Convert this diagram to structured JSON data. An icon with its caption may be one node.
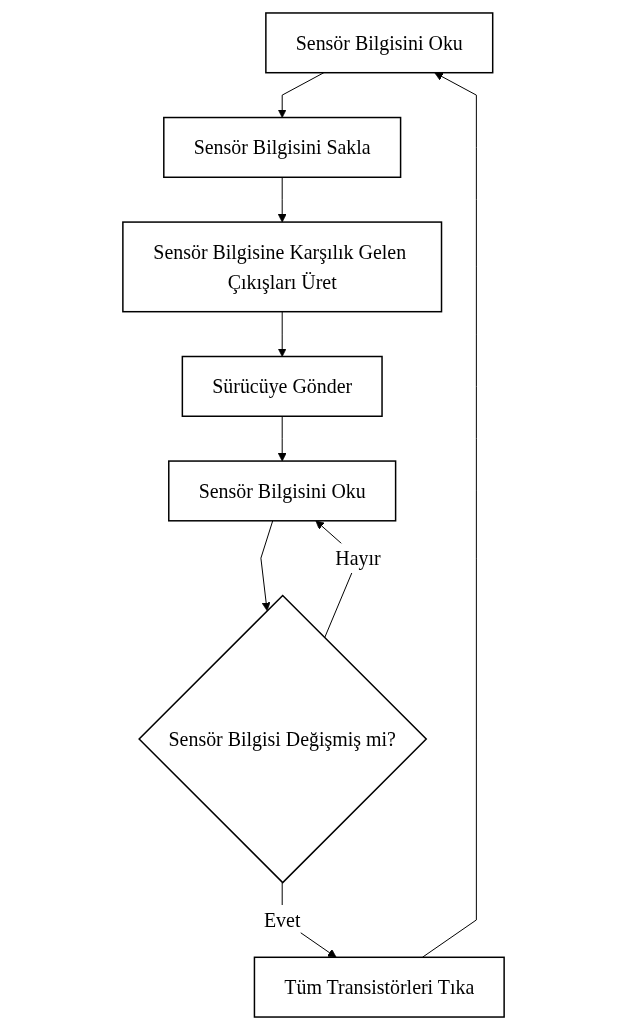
{
  "diagram": {
    "nodes": [
      {
        "text": [
          "Sensör Bilgisini Oku"
        ]
      },
      {
        "text": [
          "Sensör Bilgisini Sakla"
        ]
      },
      {
        "text": [
          "Sensör Bilgisine Karşılık Gelen Çıkışları Üret"
        ]
      },
      {
        "text": [
          "Sürücüye Gönder"
        ]
      },
      {
        "text": [
          "Sensör Bilgisini Oku"
        ]
      },
      {
        "text": [
          "Sensör Bilgisi Değişmiş mi?"
        ]
      },
      {
        "text": [
          "Tüm Transistörleri Tıka"
        ]
      }
    ],
    "edges": [
      {
        "from": 0,
        "to": 1,
        "arrow": "to"
      },
      {
        "from": 1,
        "to": 2,
        "arrow": "to"
      },
      {
        "from": 2,
        "to": 3,
        "arrow": "to"
      },
      {
        "from": 3,
        "to": 4,
        "arrow": "to"
      },
      {
        "from": 4,
        "to": 5,
        "arrow": "to"
      },
      {
        "from": 5,
        "to": 4,
        "label": "Hayır",
        "arrow": "to"
      },
      {
        "from": 5,
        "to": 6,
        "label": "Evet",
        "arrow": "to"
      },
      {
        "from": 6,
        "to": 0,
        "arrow": "to"
      }
    ]
  }
}
